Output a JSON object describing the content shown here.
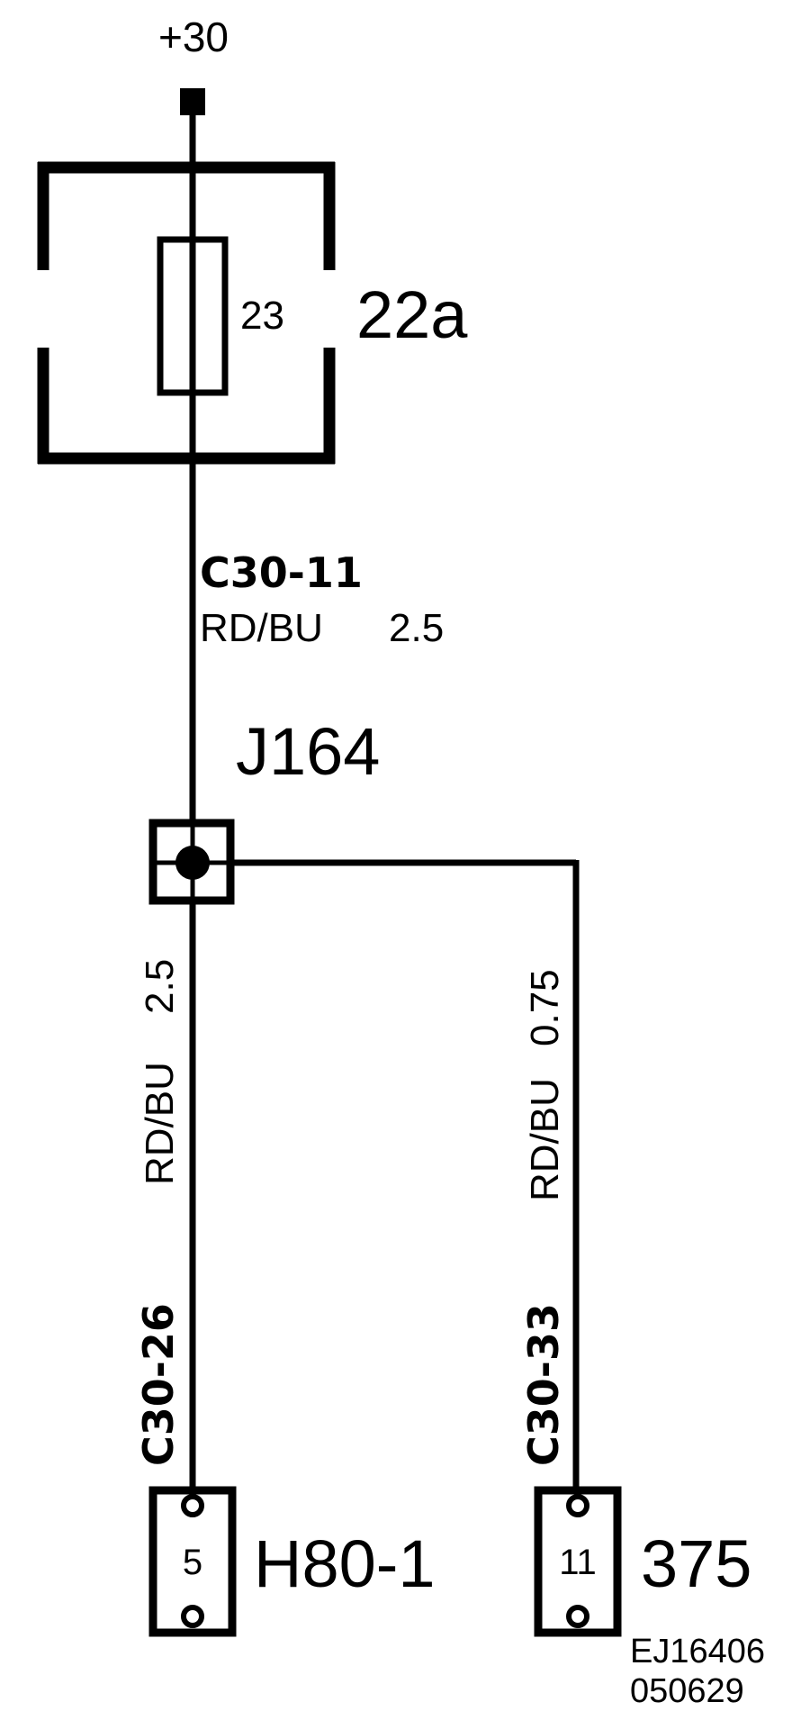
{
  "supply": {
    "label": "+30"
  },
  "fuse_box": {
    "id": "22a",
    "fuse_number": "23"
  },
  "wires": {
    "upper": {
      "code": "C30-11",
      "color": "RD/BU",
      "size": "2.5"
    },
    "left": {
      "code": "C30-26",
      "color": "RD/BU",
      "size": "2.5"
    },
    "right": {
      "code": "C30-33",
      "color": "RD/BU",
      "size": "0.75"
    }
  },
  "junction": {
    "id": "J164"
  },
  "connectors": {
    "left": {
      "id": "H80-1",
      "pin": "5"
    },
    "right": {
      "id": "375",
      "pin": "11"
    }
  },
  "figure": {
    "ref": "EJ16406",
    "date": "050629"
  }
}
